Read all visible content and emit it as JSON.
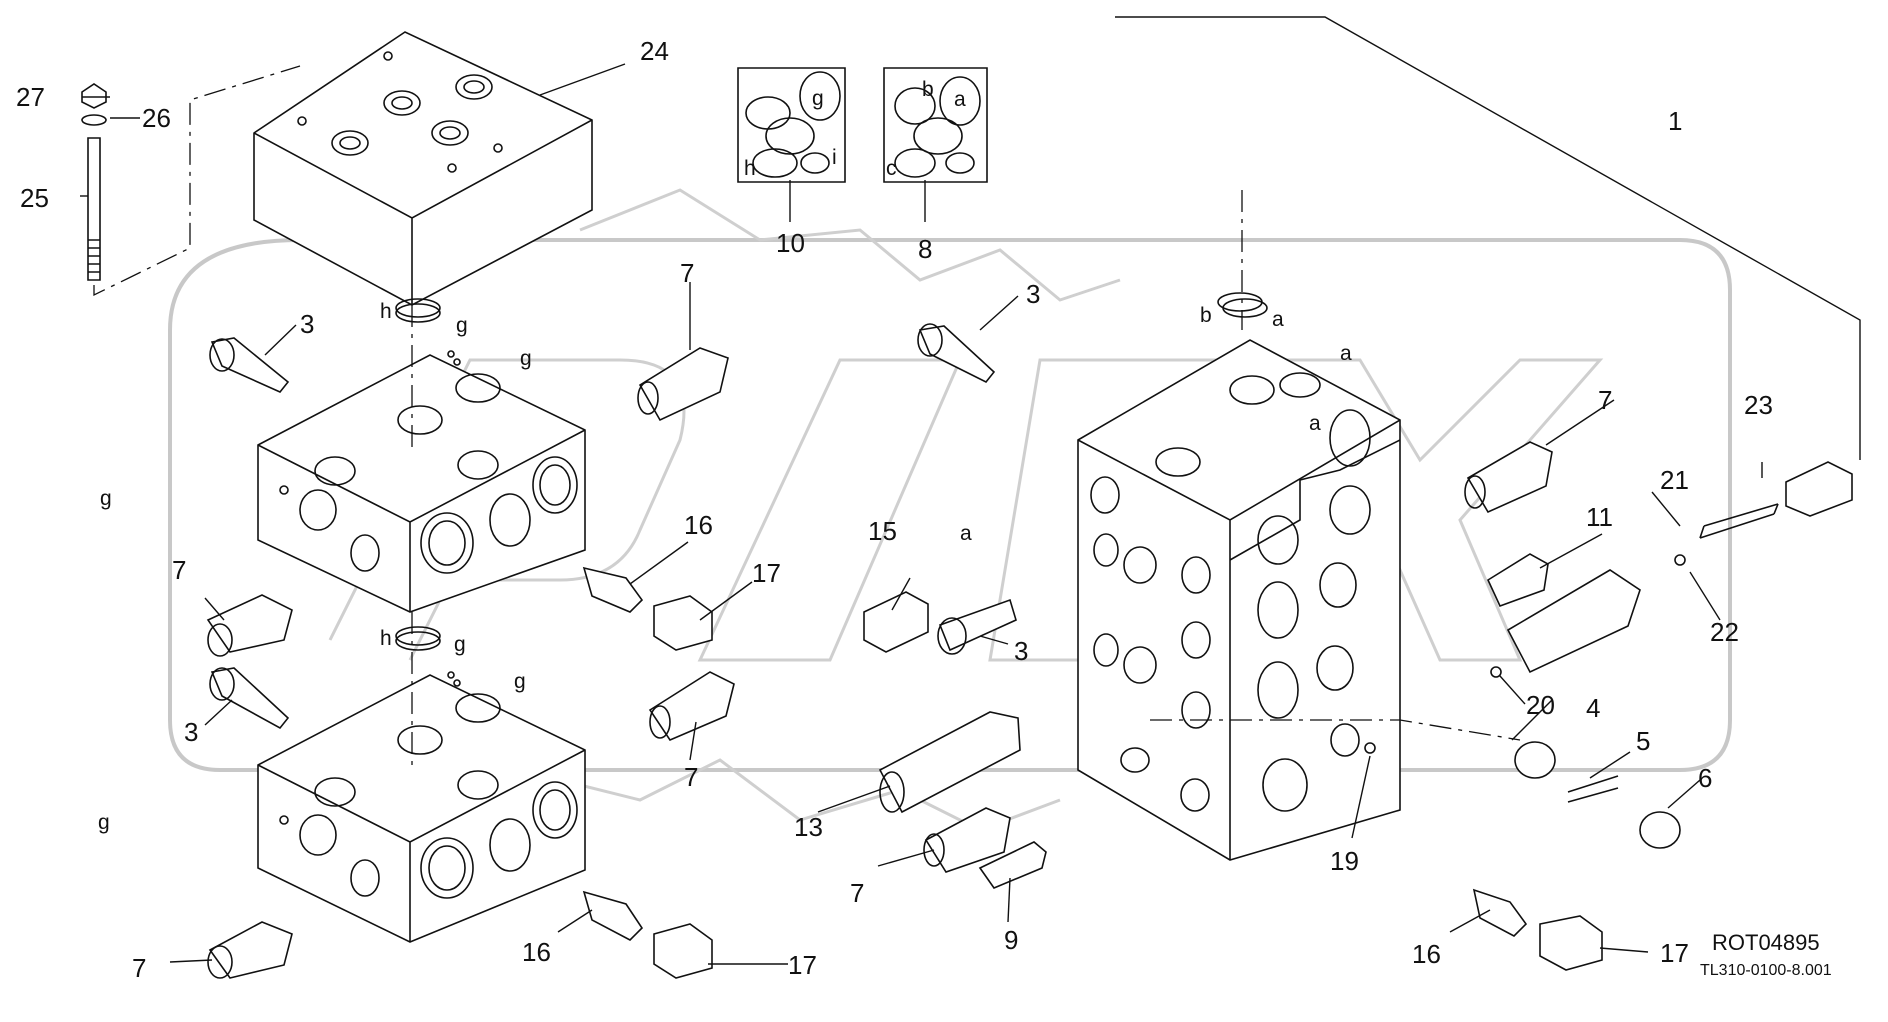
{
  "diagram": {
    "reference_code": "ROT04895",
    "drawing_number": "TL310-0100-8.001",
    "callouts": [
      "1",
      "3",
      "3",
      "3",
      "3",
      "4",
      "5",
      "6",
      "7",
      "7",
      "7",
      "7",
      "7",
      "7",
      "8",
      "9",
      "10",
      "11",
      "13",
      "15",
      "16",
      "16",
      "16",
      "17",
      "17",
      "17",
      "19",
      "20",
      "21",
      "22",
      "23",
      "24",
      "25",
      "26",
      "27"
    ],
    "port_letters": {
      "insert_10": [
        "g",
        "h",
        "i"
      ],
      "insert_8": [
        "a",
        "b",
        "c"
      ],
      "upper_section": [
        "h",
        "g",
        "g",
        "g"
      ],
      "lower_section": [
        "h",
        "g",
        "g",
        "g"
      ],
      "inlet_section": [
        "b",
        "a",
        "a",
        "a",
        "a"
      ]
    }
  }
}
